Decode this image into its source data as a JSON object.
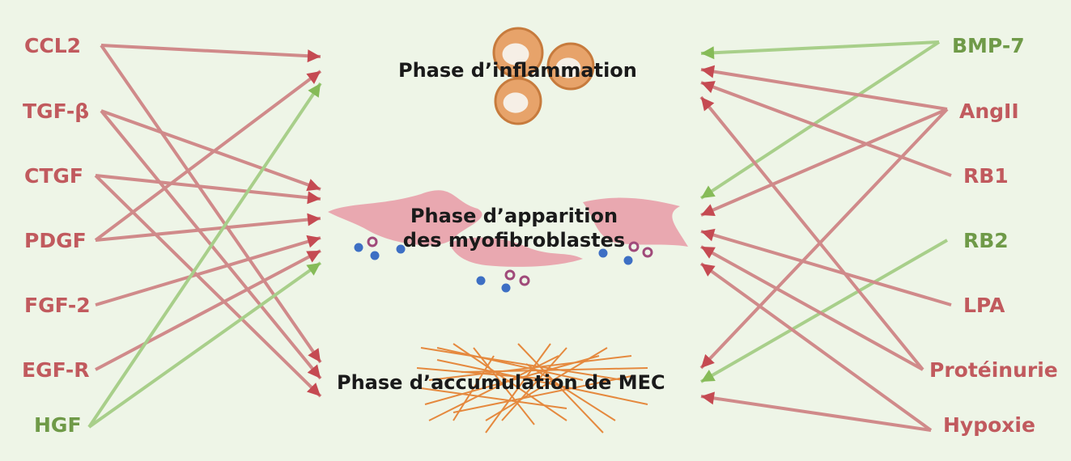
{
  "colors": {
    "activator": "#c15a5e",
    "inhibitor": "#6f9a48",
    "activator_line": "#d08a8a",
    "inhibitor_line": "#a8cf8a",
    "fiber": "#e5893e",
    "fibroblast": "#e79aa6",
    "background": "#eef5e7"
  },
  "phases": {
    "inflammation": "Phase d’inflammation",
    "myofibro_line1": "Phase d’apparition",
    "myofibro_line2": "des myofibroblastes",
    "mec": "Phase d’accumulation de MEC"
  },
  "left_factors": [
    {
      "label": "CCL2",
      "type": "activator"
    },
    {
      "label": "TGF-β",
      "type": "activator"
    },
    {
      "label": "CTGF",
      "type": "activator"
    },
    {
      "label": "PDGF",
      "type": "activator"
    },
    {
      "label": "FGF-2",
      "type": "activator"
    },
    {
      "label": "EGF-R",
      "type": "activator"
    },
    {
      "label": "HGF",
      "type": "inhibitor"
    }
  ],
  "right_factors": [
    {
      "label": "BMP-7",
      "type": "inhibitor"
    },
    {
      "label": "AngII",
      "type": "activator"
    },
    {
      "label": "RB1",
      "type": "activator"
    },
    {
      "label": "RB2",
      "type": "inhibitor"
    },
    {
      "label": "LPA",
      "type": "activator"
    },
    {
      "label": "Protéinurie",
      "type": "activator"
    },
    {
      "label": "Hypoxie",
      "type": "activator"
    }
  ]
}
